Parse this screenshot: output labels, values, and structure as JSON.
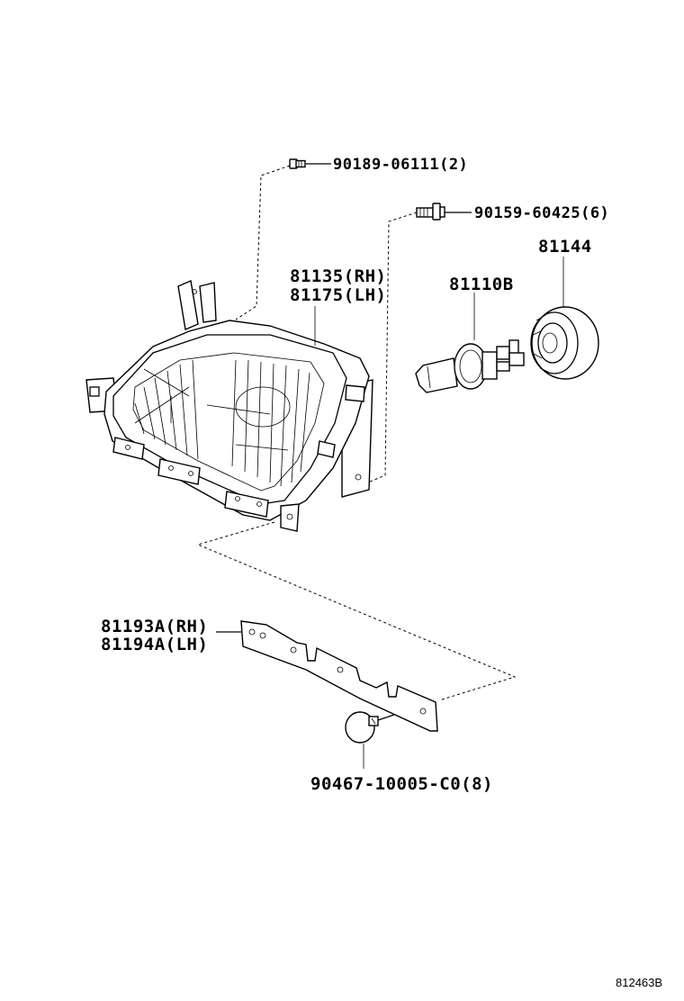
{
  "callouts": {
    "bolt_top": "90189-06111(2)",
    "bolt_right": "90159-60425(6)",
    "socket": "81144",
    "bulb": "81110B",
    "headlamp_rh": "81135(RH)",
    "headlamp_lh": "81175(LH)",
    "bracket_rh": "81193A(RH)",
    "bracket_lh": "81194A(LH)",
    "clip": "90467-10005-C0(8)"
  },
  "figure_id": "812463B"
}
